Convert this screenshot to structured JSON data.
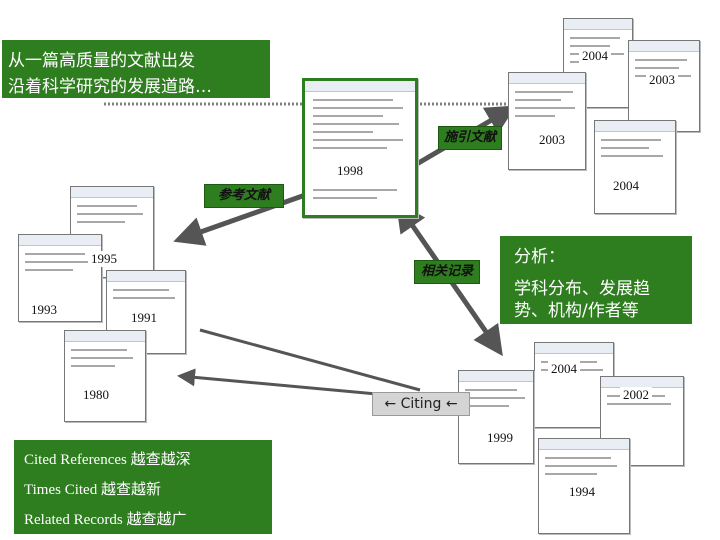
{
  "title_box": {
    "line1": "从一篇高质量的文献出发",
    "line2": "沿着科学研究的发展道路…"
  },
  "tags": {
    "citing_articles": "施引文献",
    "references": "参考文献",
    "related_records": "相关记录"
  },
  "citing_button": "Citing",
  "analysis_box": {
    "line1": "分析：",
    "line2": "学科分布、发展趋",
    "line3": "势、机构/作者等"
  },
  "bottom_box": {
    "line1": "Cited References 越查越深",
    "line2": "Times Cited 越查越新",
    "line3": "Related Records 越查越广"
  },
  "documents": {
    "center": "1998",
    "citing_top": [
      "2004",
      "2003",
      "2003",
      "2004"
    ],
    "references": [
      "1995",
      "1993",
      "1991",
      "1980"
    ],
    "related": [
      "2004",
      "2002",
      "1999",
      "1994"
    ]
  },
  "colors": {
    "box_green": "#2e7d1f",
    "arrow_gray": "#555555",
    "dotted_line": "#808080"
  }
}
